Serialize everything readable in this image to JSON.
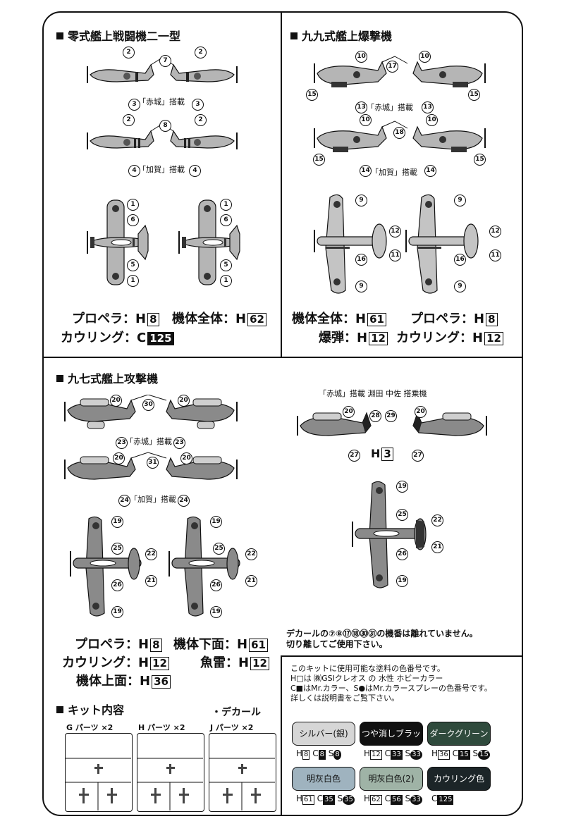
{
  "sections": {
    "zero": {
      "title": "零式艦上戦闘機二一型",
      "cap1": "「赤城」搭載",
      "cap2": "「加賀」搭載",
      "nums": {
        "n1": "1",
        "n2": "2",
        "n3": "3",
        "n4": "4",
        "n5": "5",
        "n6": "6",
        "n7": "7",
        "n8": "8"
      },
      "paint": [
        {
          "label": "プロペラ：H",
          "code": "8",
          "inverted": false
        },
        {
          "label": "機体全体：H",
          "code": "62",
          "inverted": false
        },
        {
          "label": "カウリング：C",
          "code": "125",
          "inverted": true
        }
      ]
    },
    "val": {
      "title": "九九式艦上爆撃機",
      "cap1": "「赤城」搭載",
      "cap2": "「加賀」搭載",
      "nums": {
        "n9": "9",
        "n10": "10",
        "n11": "11",
        "n12": "12",
        "n13": "13",
        "n14": "14",
        "n15": "15",
        "n16": "16",
        "n17": "17",
        "n18": "18"
      },
      "paint": [
        {
          "label": "機体全体：H",
          "code": "61",
          "inverted": false
        },
        {
          "label": "プロペラ：H",
          "code": "8",
          "inverted": false
        },
        {
          "label": "爆弾：H",
          "code": "12",
          "inverted": false
        },
        {
          "label": "カウリング：H",
          "code": "12",
          "inverted": false
        }
      ]
    },
    "kate": {
      "title": "九七式艦上攻撃機",
      "cap1": "「赤城」搭載",
      "cap2": "「加賀」搭載",
      "nums": {
        "n19": "19",
        "n20": "20",
        "n21": "21",
        "n22": "22",
        "n23": "23",
        "n24": "24",
        "n25": "25",
        "n26": "26",
        "n27": "27",
        "n28": "28",
        "n29": "29",
        "n30": "30",
        "n31": "31"
      },
      "paint": [
        {
          "label": "プロペラ：H",
          "code": "8",
          "inverted": false
        },
        {
          "label": "機体下面：H",
          "code": "61",
          "inverted": false
        },
        {
          "label": "カウリング：H",
          "code": "12",
          "inverted": false
        },
        {
          "label": "魚雷：H",
          "code": "12",
          "inverted": false
        },
        {
          "label": "機体上面：H",
          "code": "36",
          "inverted": false
        }
      ]
    },
    "special": {
      "title": "「赤城」搭載 淵田 中佐 搭乗機",
      "code_prefix": "H",
      "code": "3"
    }
  },
  "decal_note": {
    "line1": "デカールの⑦⑧⑰⑱㉚㉛の機番は離れていません。",
    "line2": "切り離してご使用下さい。"
  },
  "paint_info": {
    "line1": "このキットに使用可能な塗料の色番号です。",
    "line2": "H□は ㈱GSIクレオス の 水性 ホビーカラー",
    "line3": "C■はMr.カラー、S●はMr.カラースプレーの色番号です。",
    "line4": "詳しくは説明書をご覧下さい。"
  },
  "swatches": [
    {
      "name": "シルバー(銀)",
      "h": "8",
      "c": "8",
      "s": "8",
      "color": "#d6d6d6",
      "text_color": "#111111"
    },
    {
      "name": "つや消しブラック",
      "h": "12",
      "c": "33",
      "s": "33",
      "color": "#111111",
      "text_color": "#ffffff"
    },
    {
      "name": "ダークグリーン",
      "h": "36",
      "c": "15",
      "s": "15",
      "color": "#2f4a3c",
      "text_color": "#ffffff"
    },
    {
      "name": "明灰白色",
      "h": "61",
      "c": "35",
      "s": "35",
      "color": "#9fb3bf",
      "text_color": "#111111"
    },
    {
      "name": "明灰白色(2)",
      "h": "62",
      "c": "56",
      "s": "33",
      "color": "#9fb3a6",
      "text_color": "#111111"
    },
    {
      "name": "カウリング色",
      "h": "",
      "c": "125",
      "s": "",
      "color": "#1c2528",
      "text_color": "#ffffff"
    }
  ],
  "kit": {
    "title": "キット内容",
    "decal": "・デカール",
    "parts": [
      {
        "label": "G パーツ ×2"
      },
      {
        "label": "H パーツ ×2"
      },
      {
        "label": "J パーツ ×2"
      }
    ]
  }
}
